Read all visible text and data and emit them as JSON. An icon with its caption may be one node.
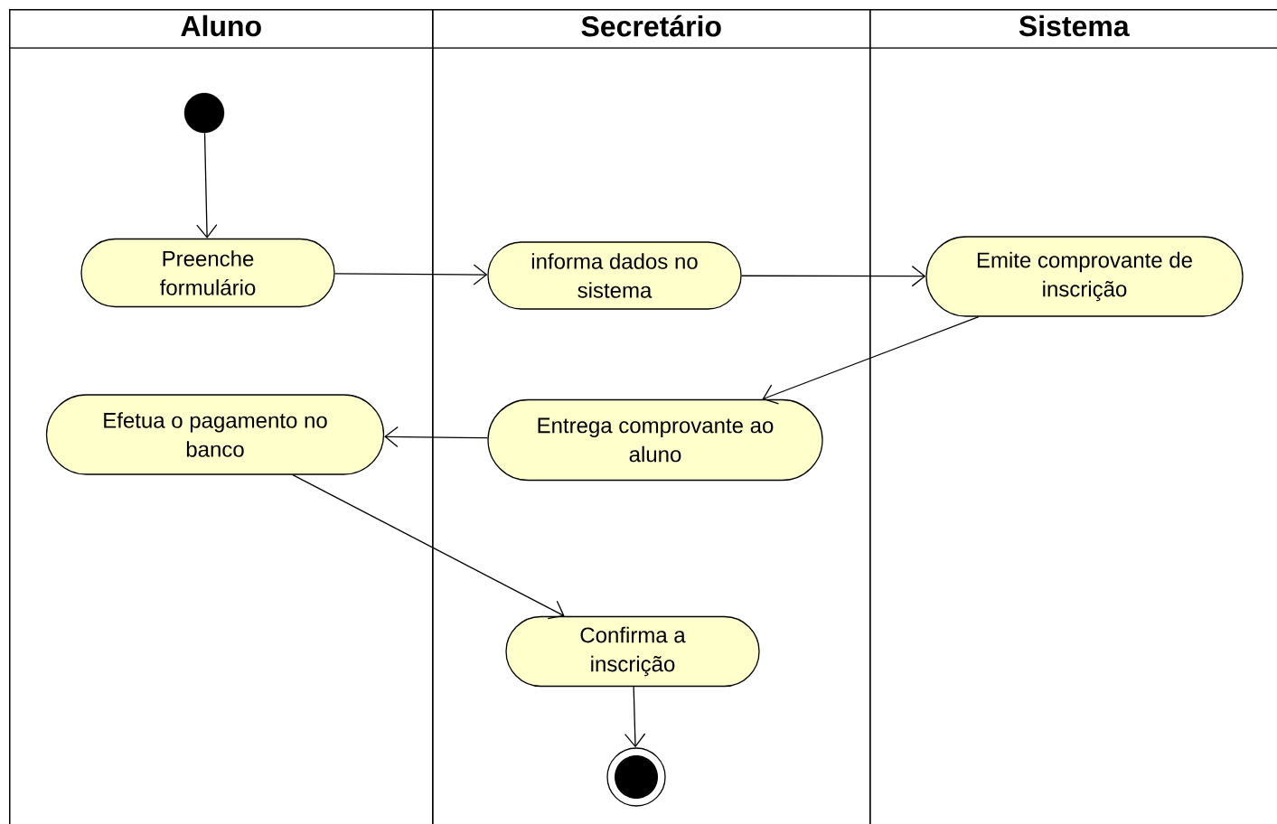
{
  "diagram": {
    "nodes": [
      {
        "text": [
          "Aluno"
        ]
      },
      {
        "text": [
          "Secretário"
        ]
      },
      {
        "text": [
          "Sistema"
        ]
      },
      {
        "text": [],
        "shape": "circle",
        "in": 0
      },
      {
        "text": [
          "Preenche formulário"
        ],
        "in": 0
      },
      {
        "text": [
          "informa dados no sistema"
        ],
        "in": 1
      },
      {
        "text": [
          "Emite comprovante de inscrição"
        ],
        "in": 2
      },
      {
        "text": [
          "Entrega comprovante ao aluno"
        ],
        "in": 1
      },
      {
        "text": [
          "Efetua o pagamento no banco"
        ],
        "in": 0
      },
      {
        "text": [
          "Confirma a inscrição"
        ],
        "in": 1
      },
      {
        "text": [],
        "shape": "bullseye",
        "in": 1
      }
    ],
    "edges": [
      {
        "from": 3,
        "to": 4,
        "arrow": "to"
      },
      {
        "from": 4,
        "to": 5,
        "arrow": "to"
      },
      {
        "from": 5,
        "to": 6,
        "arrow": "to"
      },
      {
        "from": 6,
        "to": 7,
        "arrow": "to"
      },
      {
        "from": 7,
        "to": 8,
        "arrow": "to"
      },
      {
        "from": 8,
        "to": 9,
        "arrow": "to"
      },
      {
        "from": 9,
        "to": 10,
        "arrow": "to"
      }
    ]
  }
}
